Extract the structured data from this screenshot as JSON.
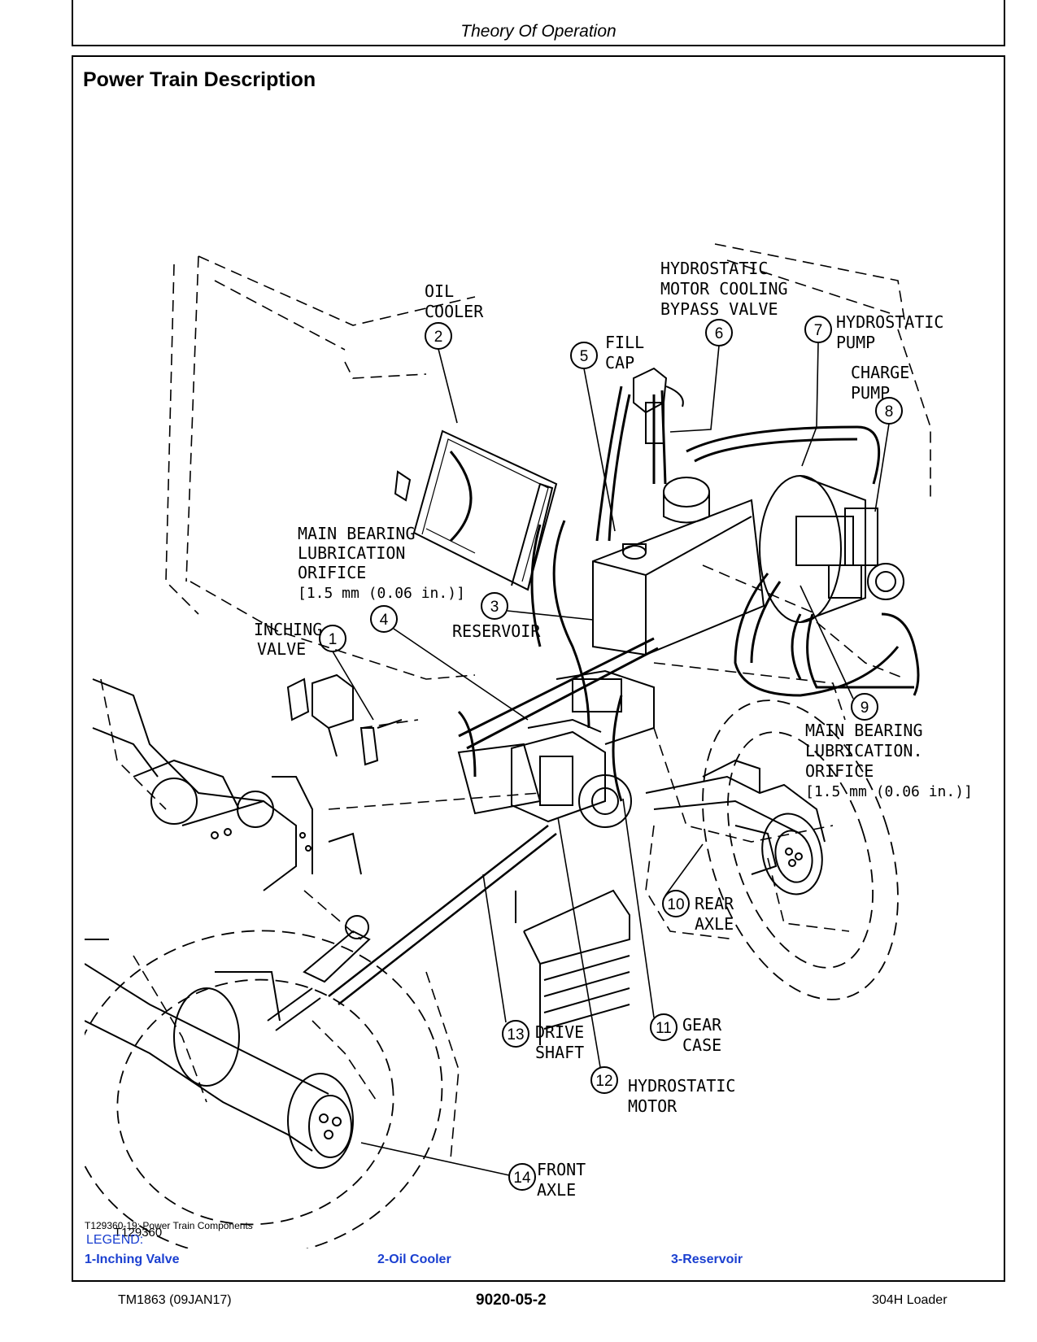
{
  "header": {
    "title": "Theory Of Operation"
  },
  "section_title": "Power Train Description",
  "figure": {
    "code": "T129360",
    "callouts": [
      {
        "number": "1",
        "lines": [
          "INCHING",
          "VALVE"
        ]
      },
      {
        "number": "2",
        "lines": [
          "OIL",
          "COOLER"
        ]
      },
      {
        "number": "3",
        "lines": [
          "RESERVOIR"
        ]
      },
      {
        "number": "4",
        "lines": [
          "MAIN BEARING",
          "LUBRICATION",
          "ORIFICE",
          "[1.5 mm (0.06 in.)]"
        ]
      },
      {
        "number": "5",
        "lines": [
          "FILL",
          "CAP"
        ]
      },
      {
        "number": "6",
        "lines": [
          "HYDROSTATIC",
          "MOTOR COOLING",
          "BYPASS VALVE"
        ]
      },
      {
        "number": "7",
        "lines": [
          "HYDROSTATIC",
          "PUMP"
        ]
      },
      {
        "number": "8",
        "lines": [
          "CHARGE",
          "PUMP"
        ]
      },
      {
        "number": "9",
        "lines": [
          "MAIN BEARING",
          "LUBRICATION.",
          "ORIFICE",
          "[1.5 mm (0.06 in.)]"
        ]
      },
      {
        "number": "10",
        "lines": [
          "REAR",
          "AXLE"
        ]
      },
      {
        "number": "11",
        "lines": [
          "GEAR",
          "CASE"
        ]
      },
      {
        "number": "12",
        "lines": [
          "HYDROSTATIC",
          "MOTOR"
        ]
      },
      {
        "number": "13",
        "lines": [
          "DRIVE",
          "SHAFT"
        ]
      },
      {
        "number": "14",
        "lines": [
          "FRONT",
          "AXLE"
        ]
      }
    ]
  },
  "caption": "T129360-19: Power Train Components",
  "legend": {
    "title": "LEGEND:",
    "items": [
      "1-Inching Valve",
      "2-Oil Cooler",
      "3-Reservoir"
    ]
  },
  "footer": {
    "left": "TM1863 (09JAN17)",
    "page": "9020-05-2",
    "right": "304H Loader"
  }
}
